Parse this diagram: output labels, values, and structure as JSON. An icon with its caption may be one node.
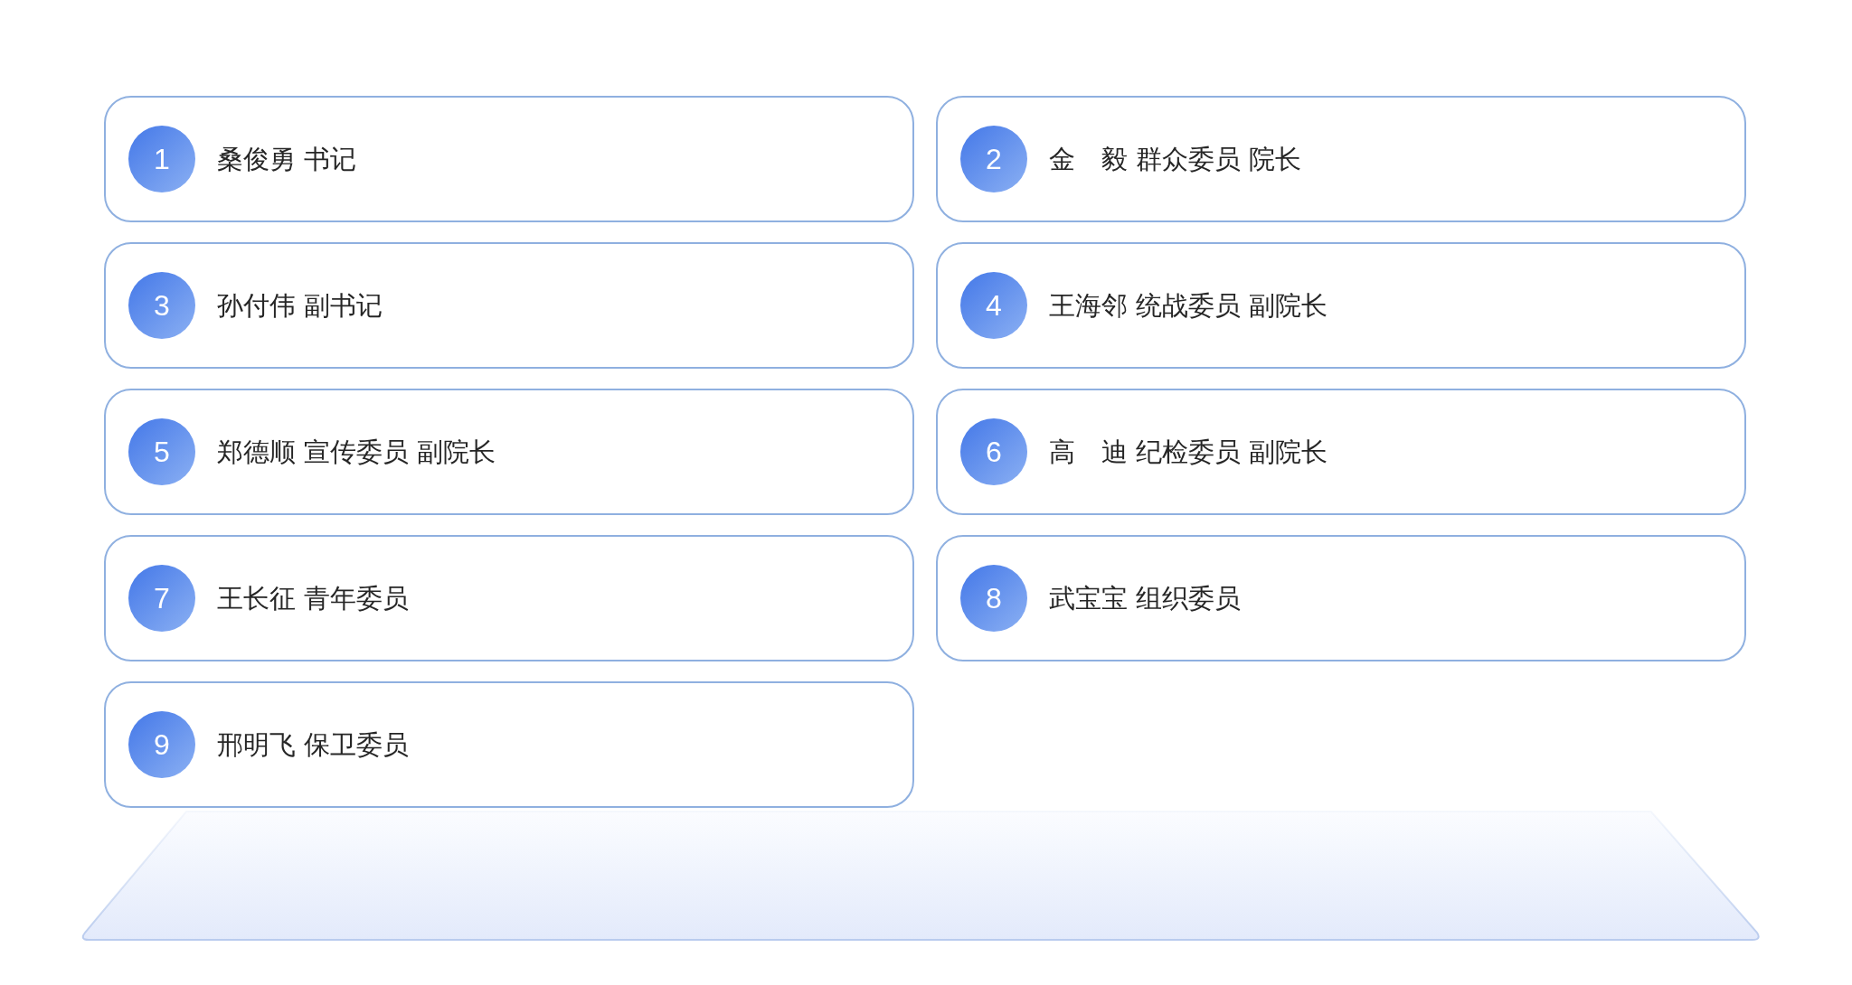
{
  "diagram": {
    "nodes": [
      {
        "text": [
          "桑俊勇 书记"
        ]
      },
      {
        "text": [
          "1"
        ],
        "in": 0
      },
      {
        "text": [
          "金　毅 群众委员 院长"
        ]
      },
      {
        "text": [
          "2"
        ],
        "in": 2
      },
      {
        "text": [
          "孙付伟 副书记"
        ]
      },
      {
        "text": [
          "3"
        ],
        "in": 4
      },
      {
        "text": [
          "王海邻 统战委员 副院长"
        ]
      },
      {
        "text": [
          "4"
        ],
        "in": 6
      },
      {
        "text": [
          "郑德顺 宣传委员 副院长"
        ]
      },
      {
        "text": [
          "5"
        ],
        "in": 8
      },
      {
        "text": [
          "高　迪 纪检委员 副院长"
        ]
      },
      {
        "text": [
          "6"
        ],
        "in": 10
      },
      {
        "text": [
          "王长征 青年委员"
        ]
      },
      {
        "text": [
          "7"
        ],
        "in": 12
      },
      {
        "text": [
          "武宝宝 组织委员"
        ]
      },
      {
        "text": [
          "8"
        ],
        "in": 14
      },
      {
        "text": [
          "邢明飞 保卫委员"
        ]
      },
      {
        "text": [
          "9"
        ],
        "in": 16
      },
      {
        "text": [],
        "shape": "trapezoid"
      }
    ]
  }
}
